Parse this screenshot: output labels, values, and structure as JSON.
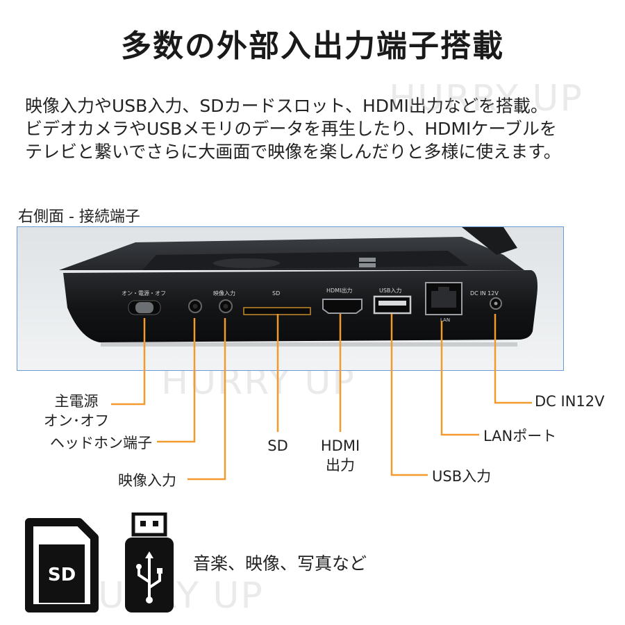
{
  "title": "多数の外部入出力端子搭載",
  "description": [
    "映像入力やUSB入力、SDカードスロット、HDMI出力などを搭載。",
    "ビデオカメラやUSBメモリのデータを再生したり、HDMIケーブルを",
    "テレビと繋いでさらに大画面で映像を楽しんだりと多様に使えます。"
  ],
  "section_label": "右側面 - 接続端子",
  "device_labels": {
    "power": "オン・電源・オフ",
    "av_in": "映像入力",
    "sd": "SD",
    "hdmi": "HDMI出力",
    "usb": "USB入力",
    "lan": "LAN",
    "dc": "DC IN 12V"
  },
  "callouts": {
    "power": [
      "主電源",
      "オン･オフ"
    ],
    "headphone": "ヘッドホン端子",
    "video_in": "映像入力",
    "sd": "SD",
    "hdmi": [
      "HDMI",
      "出力"
    ],
    "usb": "USB入力",
    "lan": "LANポート",
    "dc": "DC IN12V"
  },
  "icons": {
    "sd_card": {
      "name": "sd-card-icon",
      "text": "SD"
    },
    "usb_drive": {
      "name": "usb-drive-icon"
    }
  },
  "media_text": "音楽、映像、写真など",
  "watermark": "HURRY UP",
  "colors": {
    "accent": "#f29a2e",
    "frame": "#6a9ad6",
    "text": "#222222"
  }
}
